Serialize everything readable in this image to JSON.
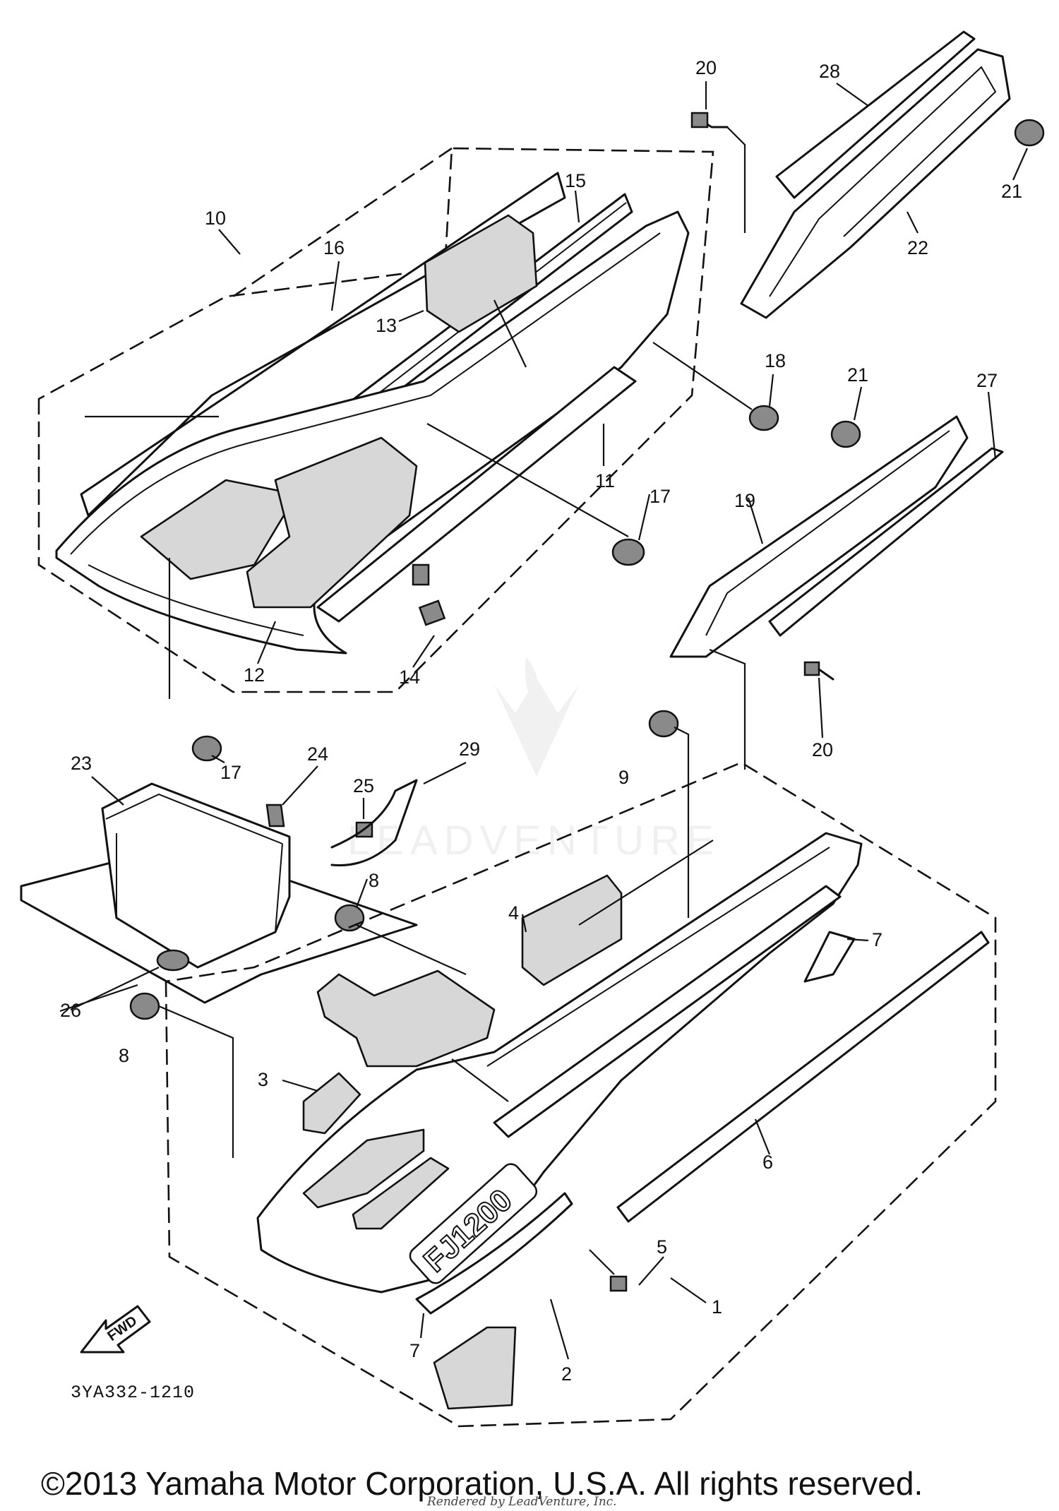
{
  "figure": {
    "drawing_code": "3YA332-1210",
    "copyright": "©2013 Yamaha Motor Corporation, U.S.A. All rights reserved.",
    "rendered_by": "Rendered by LeadVenture, Inc.",
    "watermark": "LEADVENTURE",
    "fwd_label": "FWD",
    "model_badge": "FJ1200"
  },
  "callouts": [
    "1",
    "2",
    "3",
    "4",
    "5",
    "6",
    "7",
    "7",
    "8",
    "8",
    "9",
    "10",
    "11",
    "12",
    "13",
    "14",
    "15",
    "16",
    "17",
    "17",
    "18",
    "19",
    "20",
    "20",
    "21",
    "21",
    "22",
    "23",
    "24",
    "25",
    "26",
    "27",
    "28",
    "29"
  ]
}
